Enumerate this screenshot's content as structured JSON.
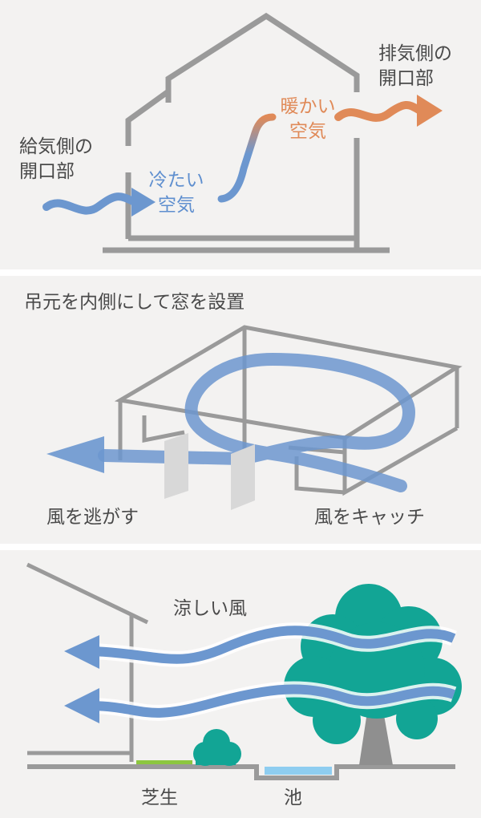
{
  "panel1": {
    "supply_label": "給気側の\n開口部",
    "exhaust_label": "排気側の\n開口部",
    "cool_air_label": "冷たい\n空気",
    "warm_air_label": "暖かい\n空気"
  },
  "panel2": {
    "title": "吊元を内側にして窓を設置",
    "escape_label": "風を逃がす",
    "catch_label": "風をキャッチ"
  },
  "panel3": {
    "wind_label": "涼しい風",
    "lawn_label": "芝生",
    "pond_label": "池"
  },
  "colors": {
    "background": "#f3f2f1",
    "line": "#9a9a9a",
    "text": "#4a4a4a",
    "cool_air": "#6c97cf",
    "warm_air": "#e08a58",
    "pane": "#d8d8d8",
    "tree": "#12a595",
    "trunk": "#8f8f8f",
    "lawn": "#8cc63f",
    "pond": "#8ecdf0"
  }
}
